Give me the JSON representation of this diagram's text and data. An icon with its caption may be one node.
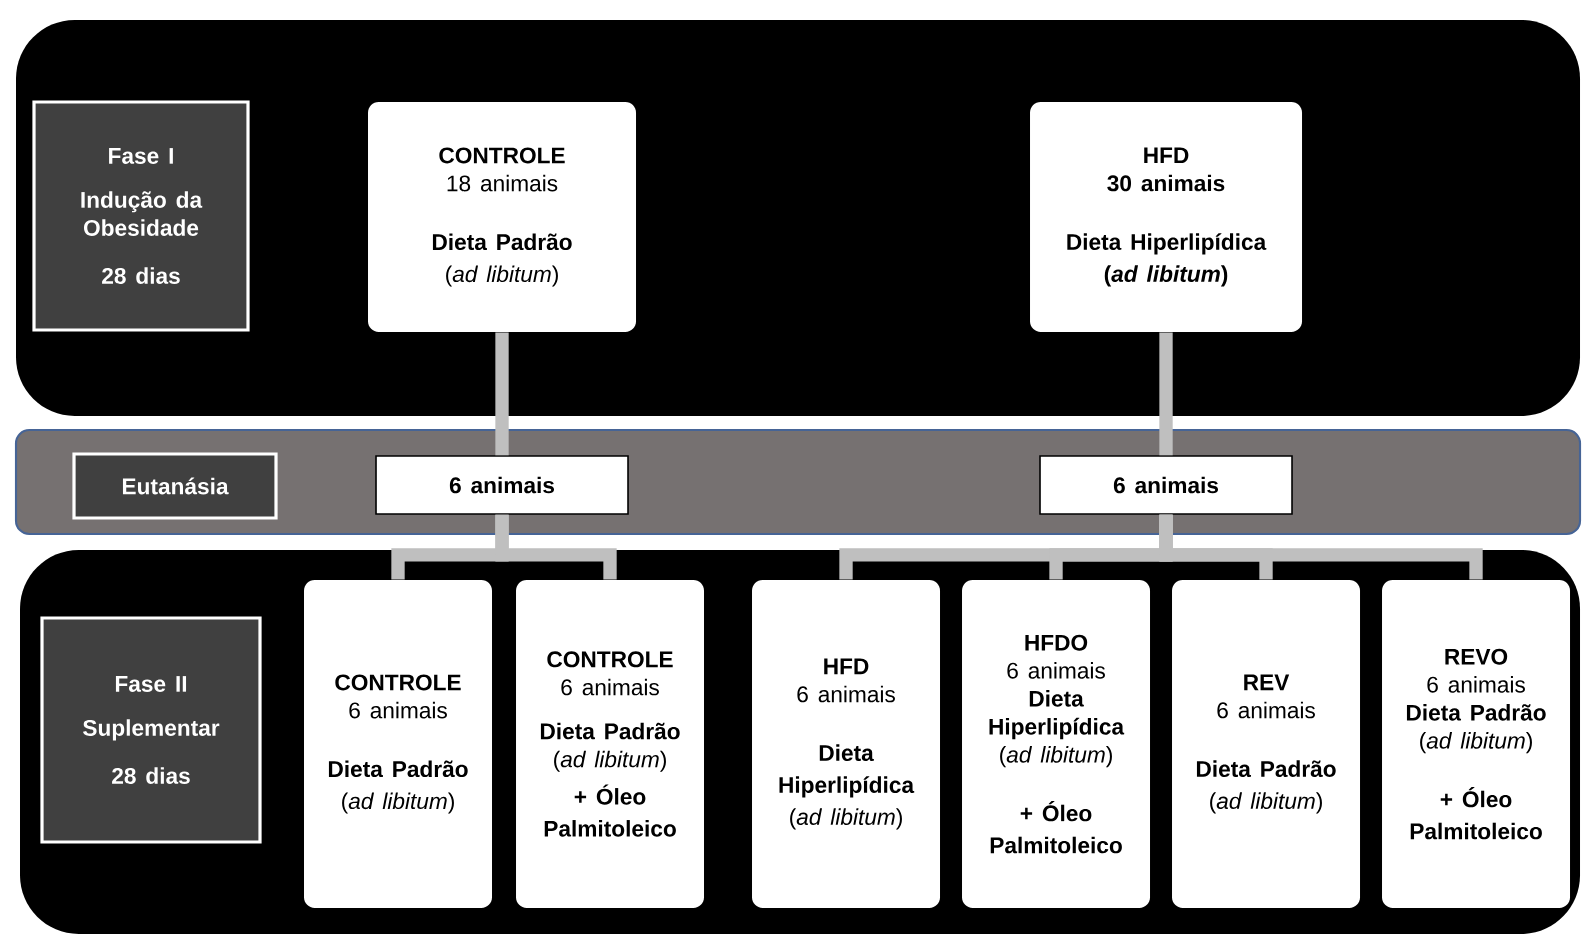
{
  "diagram": {
    "nodes": [
      {
        "text": [],
        "shape": "box"
      },
      {
        "text": [
          "Fase I",
          "Indução da Obesidade",
          "28 dias"
        ],
        "in": 0
      },
      {
        "text": [
          "CONTROLE",
          "18 animais",
          "**Dieta Padrão** (*ad libitum*)"
        ],
        "in": 0
      },
      {
        "text": [
          "HFD",
          "30 animais",
          "Dieta Hiperlipídica (*ad libitum*)"
        ],
        "in": 0
      },
      {
        "text": [],
        "shape": "box"
      },
      {
        "text": [
          "Eutanásia"
        ],
        "in": 4
      },
      {
        "text": [
          "6 animais"
        ],
        "in": 4
      },
      {
        "text": [
          "6 animais"
        ],
        "in": 4
      },
      {
        "text": [],
        "shape": "box"
      },
      {
        "text": [
          "Fase II",
          "Suplementar",
          "28 dias"
        ],
        "in": 8
      },
      {
        "text": [
          "CONTROLE",
          "6 animais",
          "**Dieta Padrão** (*ad libitum*)"
        ],
        "in": 8
      },
      {
        "text": [
          "CONTROLE",
          "6 animais",
          "**Dieta Padrão** (*ad libitum*)",
          "+ Óleo Palmitoleico"
        ],
        "in": 8
      },
      {
        "text": [
          "HFD",
          "6 animais",
          "**Dieta Hiperlipídica** (*ad libitum*)"
        ],
        "in": 8
      },
      {
        "text": [
          "HFDO",
          "6 animais",
          "**Dieta Hiperlipídica** (*ad libitum*)",
          "+ Óleo Palmitoleico"
        ],
        "in": 8
      },
      {
        "text": [
          "REV",
          "6 animais",
          "**Dieta Padrão** (*ad libitum*)"
        ],
        "in": 8
      },
      {
        "text": [
          "REVO",
          "6 animais",
          "**Dieta Padrão** (*ad libitum*)",
          "+ Óleo Palmitoleico"
        ],
        "in": 8
      }
    ],
    "edges": [
      {
        "from": 2,
        "to": 6,
        "arrow": "none"
      },
      {
        "from": 3,
        "to": 7,
        "arrow": "none"
      },
      {
        "from": 6,
        "to": 10,
        "arrow": "none"
      },
      {
        "from": 6,
        "to": 11,
        "arrow": "none"
      },
      {
        "from": 7,
        "to": 12,
        "arrow": "none"
      },
      {
        "from": 7,
        "to": 13,
        "arrow": "none"
      },
      {
        "from": 7,
        "to": 14,
        "arrow": "none"
      },
      {
        "from": 7,
        "to": 15,
        "arrow": "none"
      }
    ]
  }
}
